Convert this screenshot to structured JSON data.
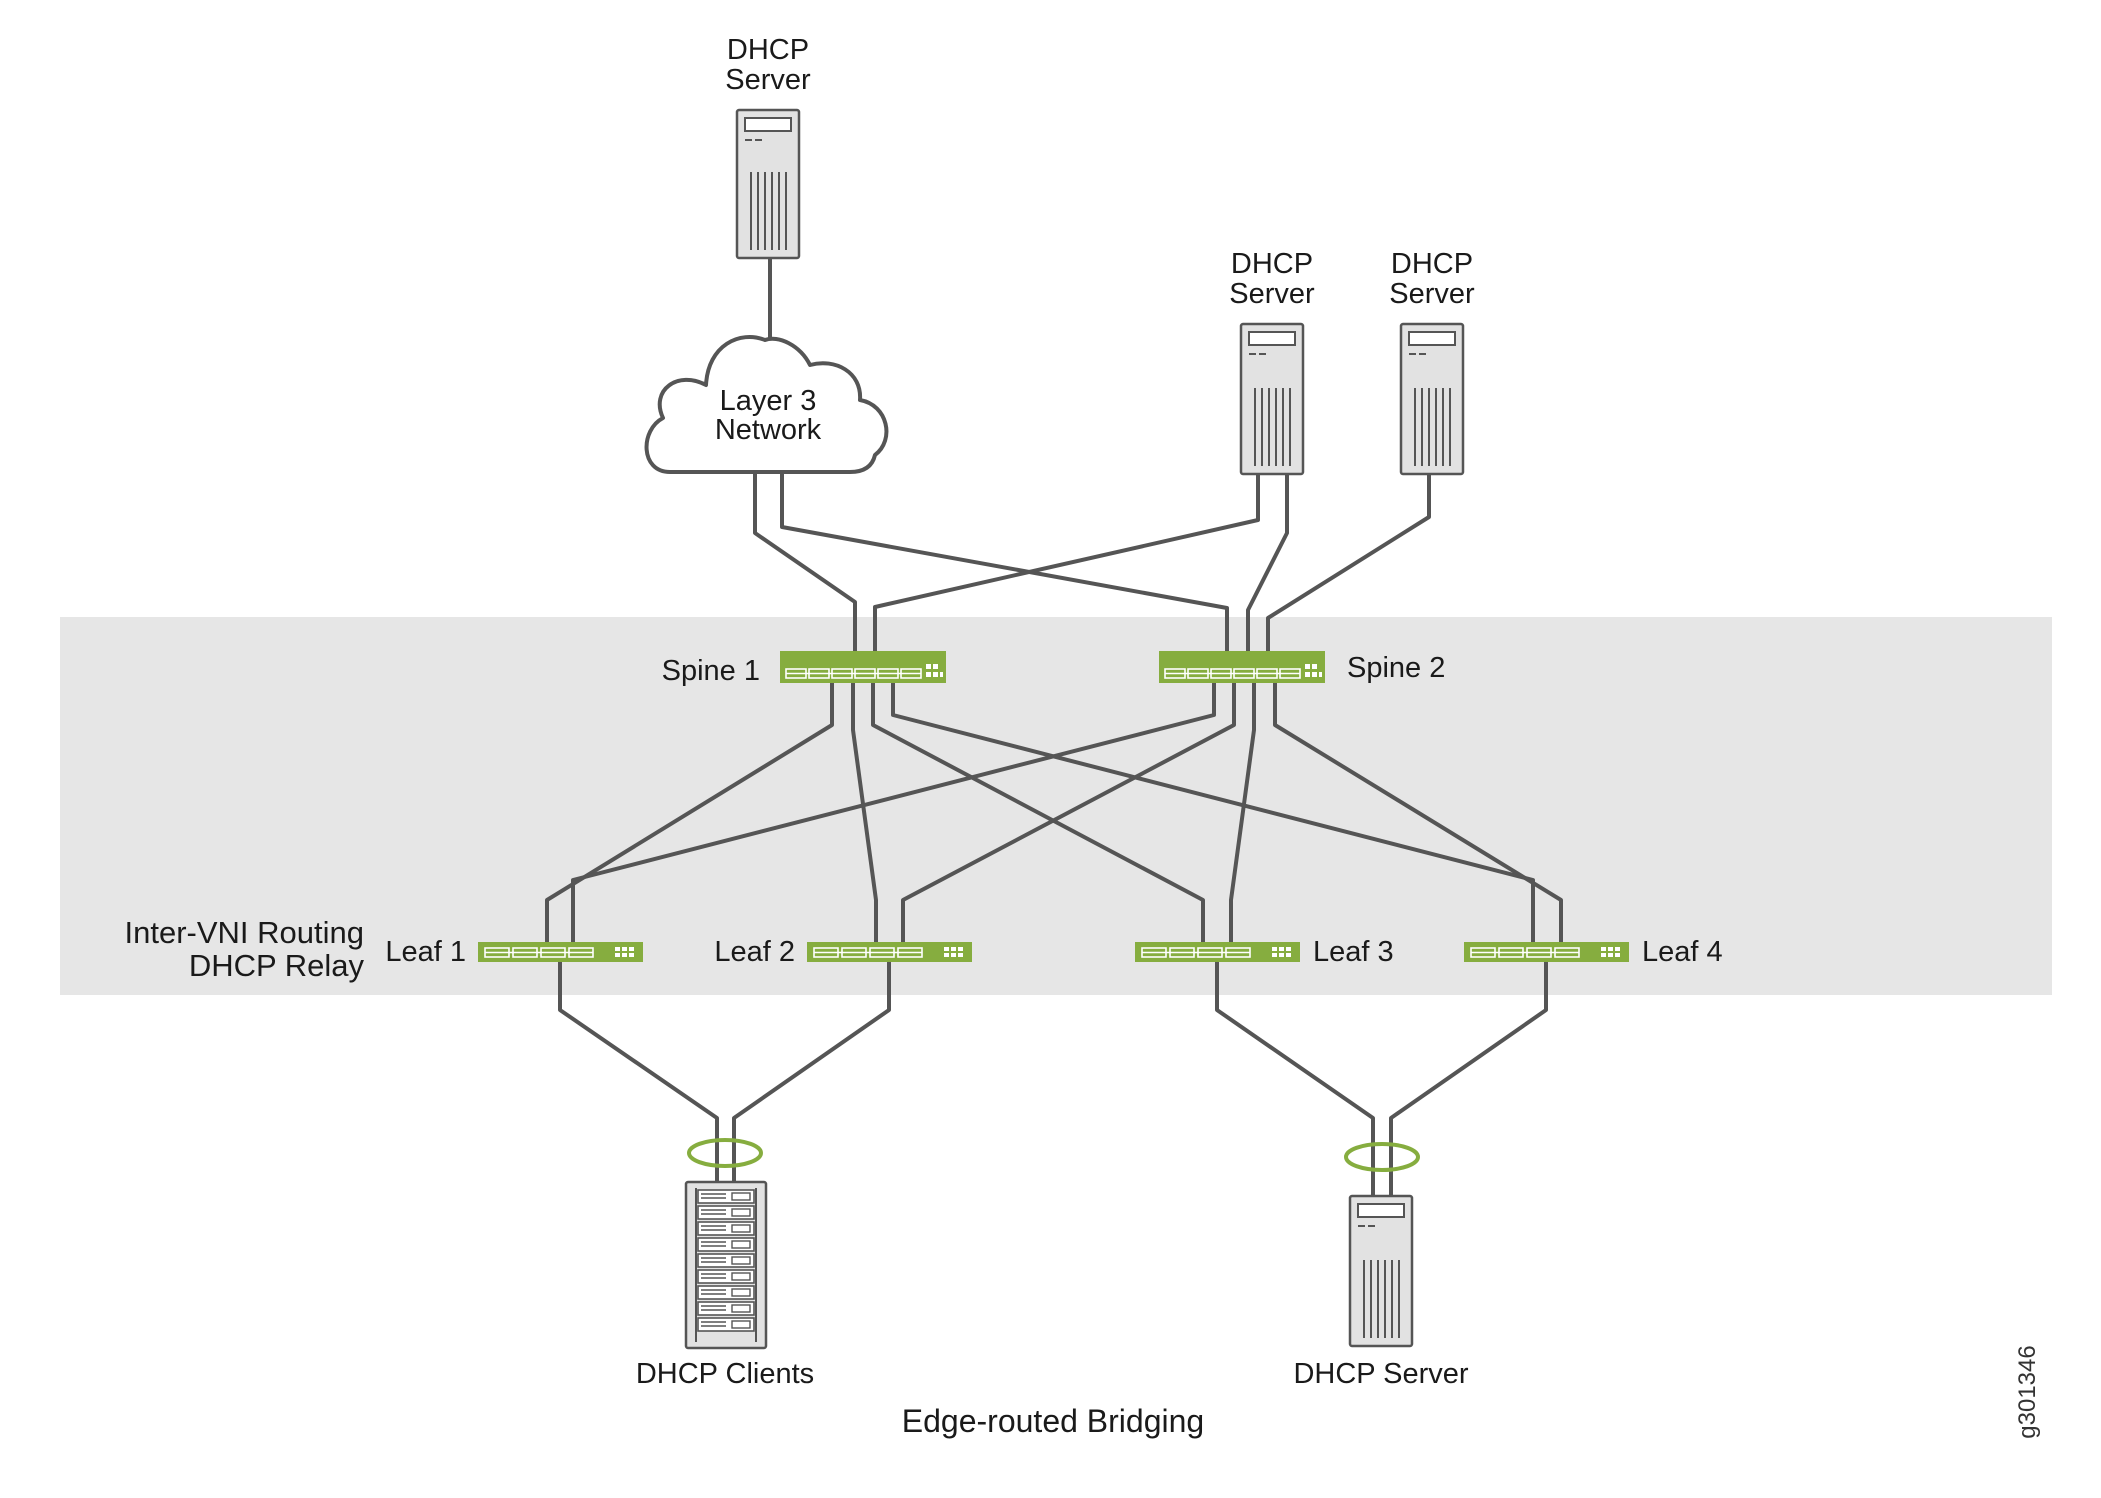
{
  "diagram": {
    "title": "Edge-routed Bridging",
    "figure_id": "g301346",
    "fabric_label": {
      "line1": "Inter-VNI Routing",
      "line2": "DHCP Relay"
    },
    "cloud": {
      "line1": "Layer 3",
      "line2": "Network"
    },
    "servers": {
      "top": {
        "line1": "DHCP",
        "line2": "Server"
      },
      "right_a": {
        "line1": "DHCP",
        "line2": "Server"
      },
      "right_b": {
        "line1": "DHCP",
        "line2": "Server"
      },
      "bottom": {
        "label": "DHCP Server"
      }
    },
    "clients": {
      "label": "DHCP Clients"
    },
    "spines": [
      "Spine 1",
      "Spine 2"
    ],
    "leaves": [
      "Leaf 1",
      "Leaf 2",
      "Leaf 3",
      "Leaf 4"
    ],
    "colors": {
      "fabric_band": "#e6e6e6",
      "switch_green": "#86ad3f",
      "lag_ring": "#86ad3f",
      "link": "#555555"
    }
  }
}
